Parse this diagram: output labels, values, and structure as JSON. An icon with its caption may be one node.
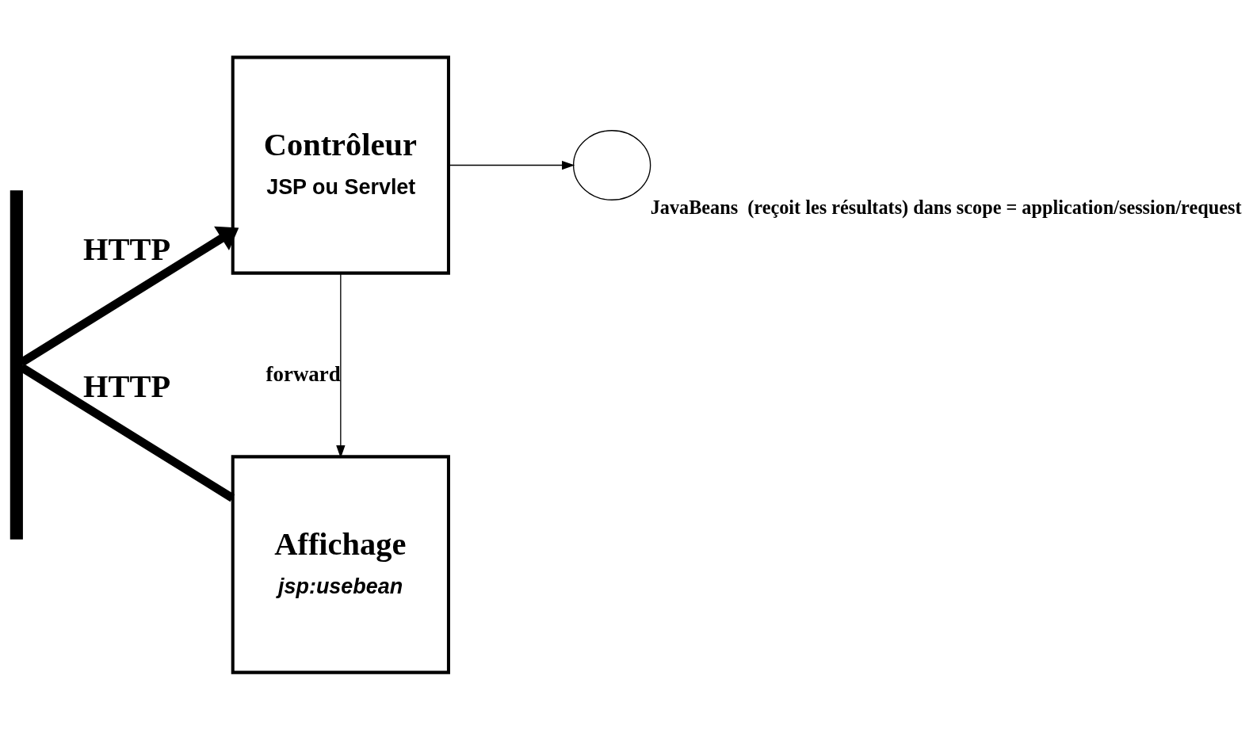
{
  "diagram": {
    "nodes": [
      {
        "text": [],
        "shape": "bar"
      },
      {
        "text": [
          "Contrôleur",
          "JSP ou Servlet"
        ]
      },
      {
        "text": [
          "Affichage",
          "jsp:usebean"
        ]
      },
      {
        "text": [],
        "shape": "circle",
        "beside": [
          "JavaBeans  (reçoit les résultats) dans scope = application/session/request"
        ]
      }
    ],
    "edges": [
      {
        "from": 0,
        "to": 1,
        "arrow": "to",
        "label": "HTTP",
        "style": "thick"
      },
      {
        "from": 0,
        "to": 2,
        "arrow": "none",
        "label": "HTTP",
        "style": "thick"
      },
      {
        "from": 1,
        "to": 2,
        "arrow": "to",
        "label": "forward"
      },
      {
        "from": 1,
        "to": 3,
        "arrow": "to"
      }
    ]
  }
}
